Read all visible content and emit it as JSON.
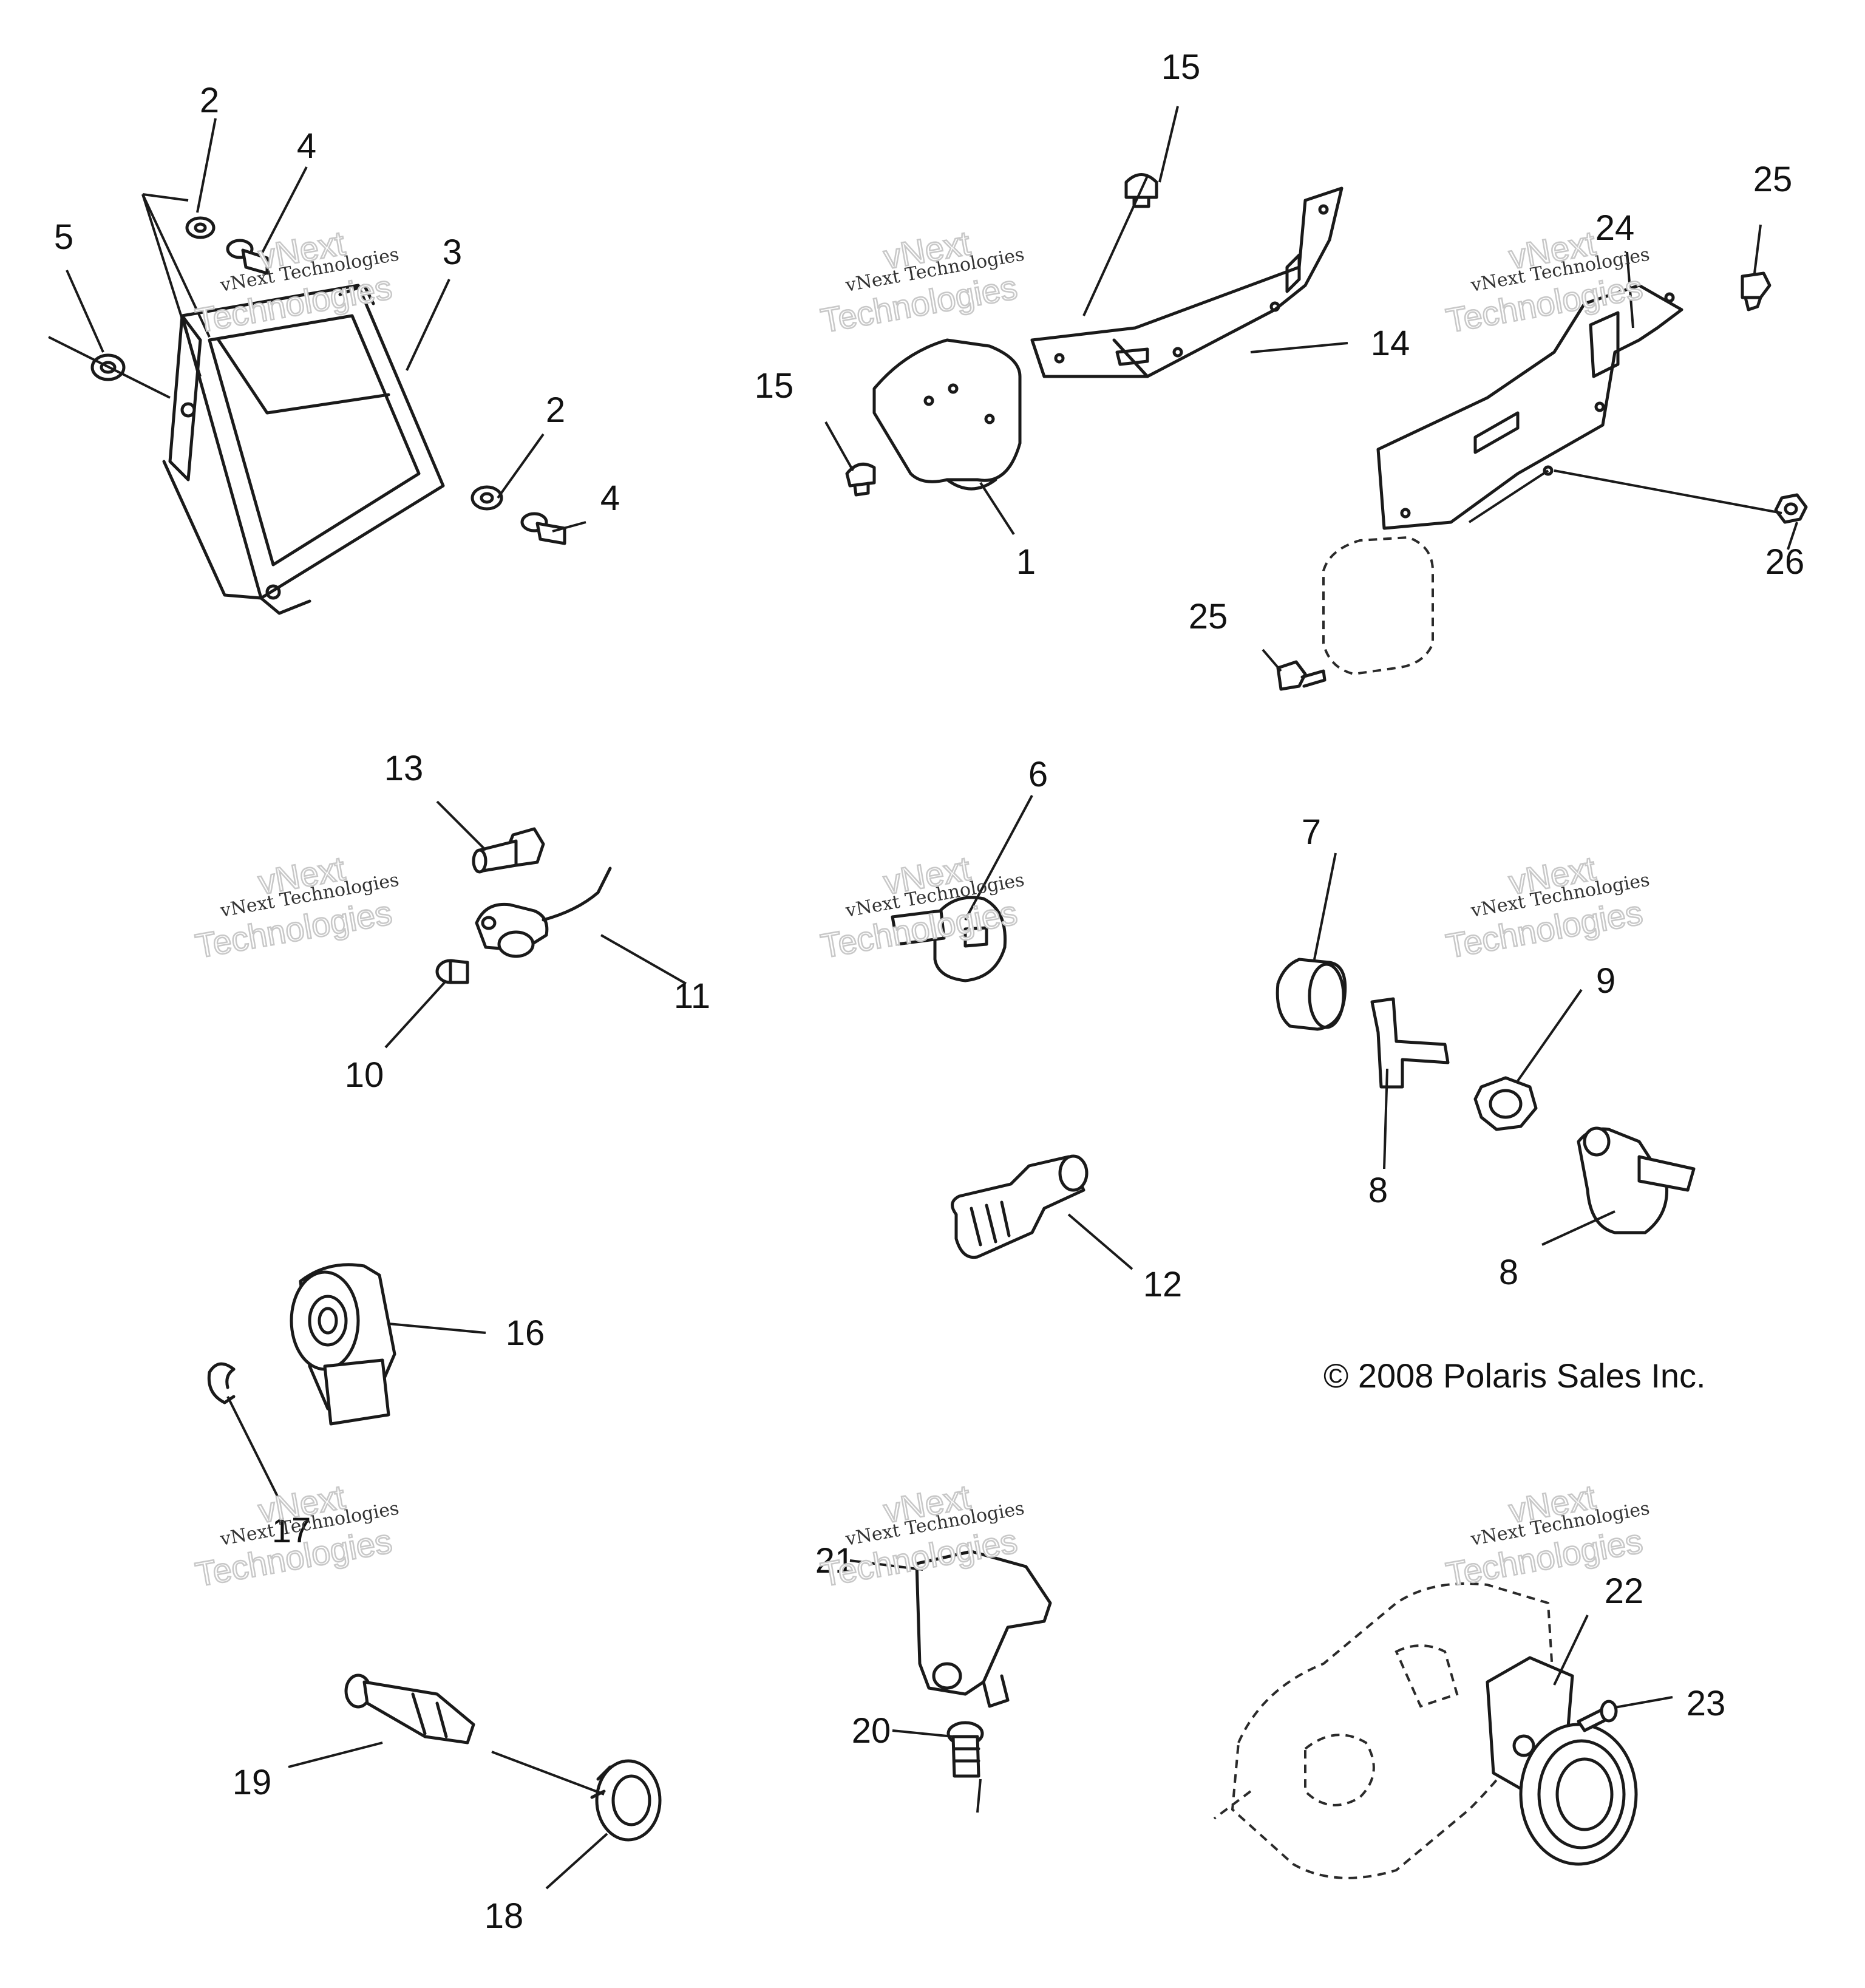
{
  "diagram": {
    "copyright": "© 2008 Polaris Sales Inc.",
    "watermark": {
      "line_small": "vNext Technologies",
      "line_big_top": "vNext",
      "line_big_bottom": "Technologies"
    },
    "callouts": {
      "c1": "1",
      "c2a": "2",
      "c2b": "2",
      "c3": "3",
      "c4a": "4",
      "c4b": "4",
      "c5": "5",
      "c6": "6",
      "c7": "7",
      "c8a": "8",
      "c8b": "8",
      "c9": "9",
      "c10": "10",
      "c11": "11",
      "c12": "12",
      "c13": "13",
      "c14": "14",
      "c15a": "15",
      "c15b": "15",
      "c16": "16",
      "c17": "17",
      "c18": "18",
      "c19": "19",
      "c20": "20",
      "c21": "21",
      "c22": "22",
      "c23": "23",
      "c24": "24",
      "c25a": "25",
      "c25b": "25",
      "c26": "26"
    }
  }
}
